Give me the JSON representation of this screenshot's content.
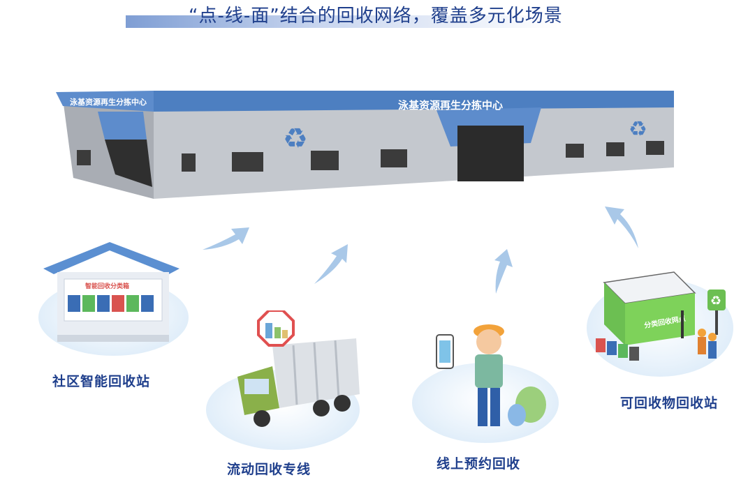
{
  "title": "“点-线-面”结合的回收网络，覆盖多元化场景",
  "warehouse": {
    "sign_left": "泳基资源再生分拣中心",
    "sign_right": "泳基资源再生分拣中心",
    "roof_color": "#4d7fc1",
    "wall_color": "#b9bdc4"
  },
  "stations": [
    {
      "label": "社区智能回收站",
      "icon": "community-kiosk"
    },
    {
      "label": "流动回收专线",
      "icon": "recycling-truck"
    },
    {
      "label": "线上预约回收",
      "icon": "delivery-worker"
    },
    {
      "label": "可回收物回收站",
      "icon": "recycling-point-building",
      "building_sign": "分类回收网点"
    }
  ],
  "kiosk_sign": "智能回收分类箱",
  "colors": {
    "accent": "#1f3f8c",
    "arrow": "#a9c8e8",
    "green": "#5cb85c"
  }
}
